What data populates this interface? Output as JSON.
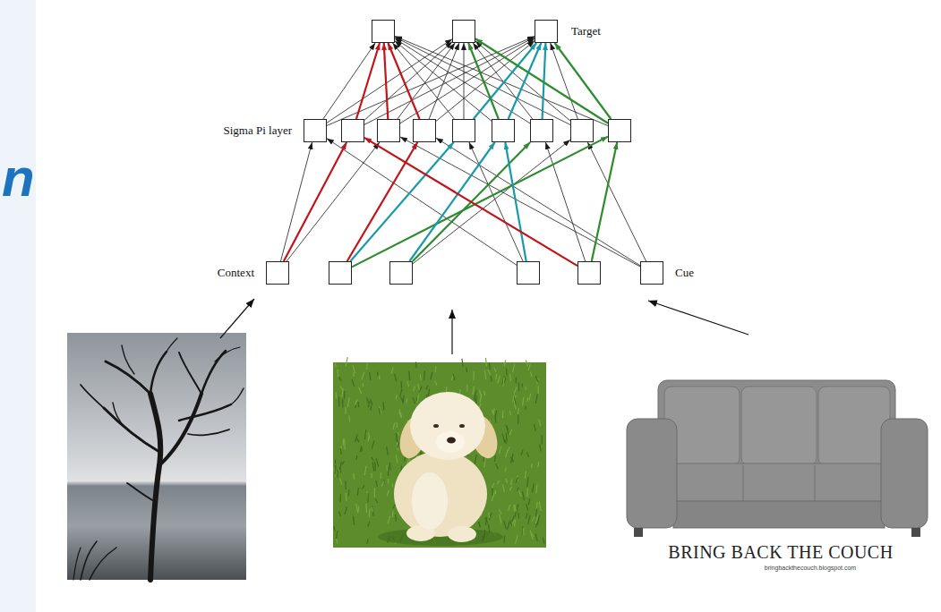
{
  "diagram": {
    "nodes": [
      {
        "text": []
      },
      {
        "text": []
      },
      {
        "text": [
          "Target"
        ]
      },
      {
        "text": [
          "Sigma Pi layer"
        ]
      },
      {
        "text": []
      },
      {
        "text": []
      },
      {
        "text": []
      },
      {
        "text": []
      },
      {
        "text": []
      },
      {
        "text": []
      },
      {
        "text": []
      },
      {
        "text": []
      },
      {
        "text": [
          "Context"
        ]
      },
      {
        "text": []
      },
      {
        "text": []
      },
      {
        "text": []
      },
      {
        "text": []
      },
      {
        "text": [
          "Cue"
        ]
      }
    ],
    "edges": [
      {
        "from": 12,
        "to": 3,
        "arrow": "to"
      },
      {
        "from": 12,
        "to": 4,
        "arrow": "to"
      },
      {
        "from": 12,
        "to": 5,
        "arrow": "to"
      },
      {
        "from": 13,
        "to": 6,
        "arrow": "to"
      },
      {
        "from": 13,
        "to": 7,
        "arrow": "to"
      },
      {
        "from": 13,
        "to": 11,
        "arrow": "to"
      },
      {
        "from": 14,
        "to": 8,
        "arrow": "to"
      },
      {
        "from": 14,
        "to": 9,
        "arrow": "to"
      },
      {
        "from": 14,
        "to": 10,
        "arrow": "to"
      },
      {
        "from": 15,
        "to": 3,
        "arrow": "to"
      },
      {
        "from": 15,
        "to": 7,
        "arrow": "to"
      },
      {
        "from": 15,
        "to": 8,
        "arrow": "to"
      },
      {
        "from": 16,
        "to": 4,
        "arrow": "to"
      },
      {
        "from": 16,
        "to": 9,
        "arrow": "to"
      },
      {
        "from": 16,
        "to": 11,
        "arrow": "to"
      },
      {
        "from": 17,
        "to": 5,
        "arrow": "to"
      },
      {
        "from": 17,
        "to": 6,
        "arrow": "to"
      },
      {
        "from": 17,
        "to": 10,
        "arrow": "to"
      },
      {
        "from": 3,
        "to": 0,
        "arrow": "to"
      },
      {
        "from": 3,
        "to": 1,
        "arrow": "to"
      },
      {
        "from": 3,
        "to": 2,
        "arrow": "to"
      },
      {
        "from": 4,
        "to": 0,
        "arrow": "to"
      },
      {
        "from": 4,
        "to": 1,
        "arrow": "to"
      },
      {
        "from": 4,
        "to": 2,
        "arrow": "to"
      },
      {
        "from": 5,
        "to": 0,
        "arrow": "to"
      },
      {
        "from": 5,
        "to": 1,
        "arrow": "to"
      },
      {
        "from": 5,
        "to": 2,
        "arrow": "to"
      },
      {
        "from": 6,
        "to": 0,
        "arrow": "to"
      },
      {
        "from": 6,
        "to": 1,
        "arrow": "to"
      },
      {
        "from": 6,
        "to": 2,
        "arrow": "to"
      },
      {
        "from": 7,
        "to": 0,
        "arrow": "to"
      },
      {
        "from": 7,
        "to": 1,
        "arrow": "to"
      },
      {
        "from": 7,
        "to": 2,
        "arrow": "to"
      },
      {
        "from": 8,
        "to": 0,
        "arrow": "to"
      },
      {
        "from": 8,
        "to": 1,
        "arrow": "to"
      },
      {
        "from": 8,
        "to": 2,
        "arrow": "to"
      },
      {
        "from": 9,
        "to": 0,
        "arrow": "to"
      },
      {
        "from": 9,
        "to": 1,
        "arrow": "to"
      },
      {
        "from": 9,
        "to": 2,
        "arrow": "to"
      },
      {
        "from": 10,
        "to": 0,
        "arrow": "to"
      },
      {
        "from": 10,
        "to": 1,
        "arrow": "to"
      },
      {
        "from": 10,
        "to": 2,
        "arrow": "to"
      },
      {
        "from": 11,
        "to": 0,
        "arrow": "to"
      },
      {
        "from": 11,
        "to": 1,
        "arrow": "to"
      },
      {
        "from": 11,
        "to": 2,
        "arrow": "to"
      }
    ],
    "labels": [
      "n",
      "BRING BACK THE COUCH",
      "bringbackthecouch.blogspot.com"
    ]
  }
}
